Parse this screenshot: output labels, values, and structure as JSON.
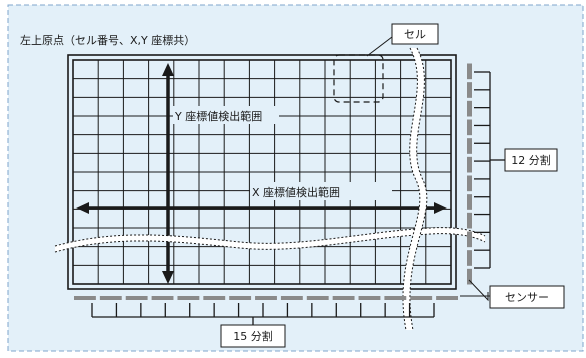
{
  "title": "左上原点（セル番号、X,Y 座標共）",
  "labels": {
    "cell": "セル",
    "y_range": "Y 座標値検出範囲",
    "x_range": "X 座標値検出範囲",
    "divide_12": "12 分割",
    "divide_15": "15 分割",
    "sensor": "センサー"
  },
  "grid": {
    "columns": 15,
    "rows": 12
  },
  "colors": {
    "background": "#e3f0f9",
    "frame_border": "#7fa6cc",
    "stroke": "#1a1a1a",
    "sensor": "#8a8a8a",
    "label_bg": "#ffffff"
  }
}
